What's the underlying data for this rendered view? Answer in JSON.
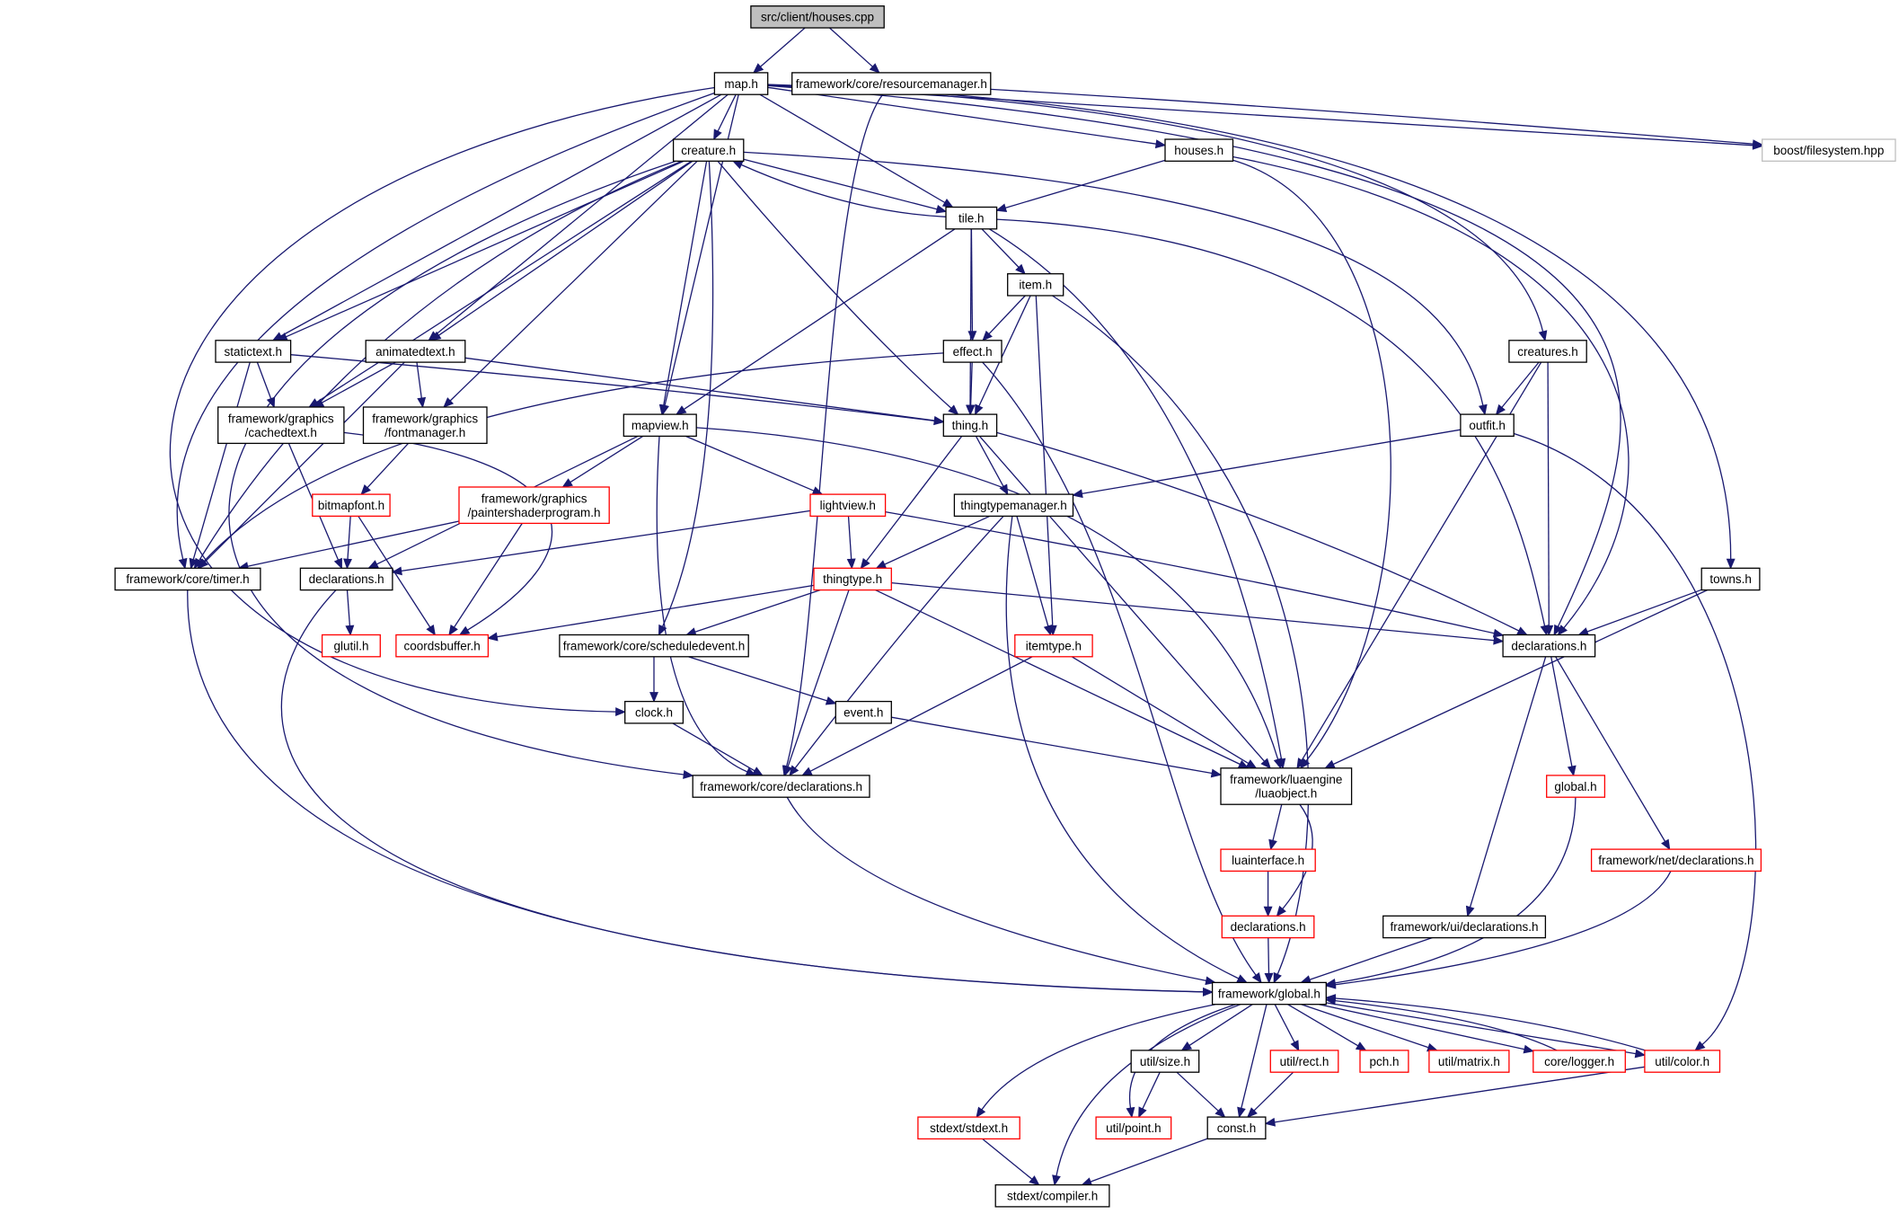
{
  "colors": {
    "edge": "#191970",
    "border_default": "#000000",
    "border_red": "#ff0000",
    "border_gray": "#bfbfbf",
    "root_fill": "#bfbfbf",
    "fill": "#ffffff",
    "text": "#000000"
  },
  "nodes": [
    {
      "id": "houses_cpp",
      "lines": [
        "src/client/houses.cpp"
      ],
      "style": "root"
    },
    {
      "id": "map_h",
      "lines": [
        "map.h"
      ],
      "style": "black"
    },
    {
      "id": "resourcemanager_h",
      "lines": [
        "framework/core/resourcemanager.h"
      ],
      "style": "black"
    },
    {
      "id": "boost_fs",
      "lines": [
        "boost/filesystem.hpp"
      ],
      "style": "gray"
    },
    {
      "id": "creature_h",
      "lines": [
        "creature.h"
      ],
      "style": "black"
    },
    {
      "id": "houses_h",
      "lines": [
        "houses.h"
      ],
      "style": "black"
    },
    {
      "id": "tile_h",
      "lines": [
        "tile.h"
      ],
      "style": "black"
    },
    {
      "id": "item_h",
      "lines": [
        "item.h"
      ],
      "style": "black"
    },
    {
      "id": "statictext_h",
      "lines": [
        "statictext.h"
      ],
      "style": "black"
    },
    {
      "id": "animatedtext_h",
      "lines": [
        "animatedtext.h"
      ],
      "style": "black"
    },
    {
      "id": "effect_h",
      "lines": [
        "effect.h"
      ],
      "style": "black"
    },
    {
      "id": "creatures_h",
      "lines": [
        "creatures.h"
      ],
      "style": "black"
    },
    {
      "id": "cachedtext_h",
      "lines": [
        "framework/graphics",
        "/cachedtext.h"
      ],
      "style": "black"
    },
    {
      "id": "fontmanager_h",
      "lines": [
        "framework/graphics",
        "/fontmanager.h"
      ],
      "style": "black"
    },
    {
      "id": "thing_h",
      "lines": [
        "thing.h"
      ],
      "style": "black"
    },
    {
      "id": "mapview_h",
      "lines": [
        "mapview.h"
      ],
      "style": "black"
    },
    {
      "id": "outfit_h",
      "lines": [
        "outfit.h"
      ],
      "style": "black"
    },
    {
      "id": "bitmapfont_h",
      "lines": [
        "bitmapfont.h"
      ],
      "style": "red"
    },
    {
      "id": "paintershader_h",
      "lines": [
        "framework/graphics",
        "/paintershaderprogram.h"
      ],
      "style": "red"
    },
    {
      "id": "lightview_h",
      "lines": [
        "lightview.h"
      ],
      "style": "red"
    },
    {
      "id": "thingtypemanager_h",
      "lines": [
        "thingtypemanager.h"
      ],
      "style": "black"
    },
    {
      "id": "timer_h",
      "lines": [
        "framework/core/timer.h"
      ],
      "style": "black"
    },
    {
      "id": "declarations_a",
      "lines": [
        "declarations.h"
      ],
      "style": "black"
    },
    {
      "id": "thingtype_h",
      "lines": [
        "thingtype.h"
      ],
      "style": "red"
    },
    {
      "id": "towns_h",
      "lines": [
        "towns.h"
      ],
      "style": "black"
    },
    {
      "id": "glutil_h",
      "lines": [
        "glutil.h"
      ],
      "style": "red"
    },
    {
      "id": "coordsbuffer_h",
      "lines": [
        "coordsbuffer.h"
      ],
      "style": "red"
    },
    {
      "id": "scheduledevent_h",
      "lines": [
        "framework/core/scheduledevent.h"
      ],
      "style": "black"
    },
    {
      "id": "itemtype_h",
      "lines": [
        "itemtype.h"
      ],
      "style": "red"
    },
    {
      "id": "declarations_b",
      "lines": [
        "declarations.h"
      ],
      "style": "black"
    },
    {
      "id": "clock_h",
      "lines": [
        "clock.h"
      ],
      "style": "black"
    },
    {
      "id": "event_h",
      "lines": [
        "event.h"
      ],
      "style": "black"
    },
    {
      "id": "core_declarations_h",
      "lines": [
        "framework/core/declarations.h"
      ],
      "style": "black"
    },
    {
      "id": "luaobject_h",
      "lines": [
        "framework/luaengine",
        "/luaobject.h"
      ],
      "style": "black"
    },
    {
      "id": "global_h",
      "lines": [
        "global.h"
      ],
      "style": "red"
    },
    {
      "id": "luainterface_h",
      "lines": [
        "luainterface.h"
      ],
      "style": "red"
    },
    {
      "id": "net_declarations_h",
      "lines": [
        "framework/net/declarations.h"
      ],
      "style": "red"
    },
    {
      "id": "declarations_c",
      "lines": [
        "declarations.h"
      ],
      "style": "red"
    },
    {
      "id": "ui_declarations_h",
      "lines": [
        "framework/ui/declarations.h"
      ],
      "style": "black"
    },
    {
      "id": "fw_global_h",
      "lines": [
        "framework/global.h"
      ],
      "style": "black"
    },
    {
      "id": "size_h",
      "lines": [
        "util/size.h"
      ],
      "style": "black"
    },
    {
      "id": "rect_h",
      "lines": [
        "util/rect.h"
      ],
      "style": "red"
    },
    {
      "id": "pch_h",
      "lines": [
        "pch.h"
      ],
      "style": "red"
    },
    {
      "id": "matrix_h",
      "lines": [
        "util/matrix.h"
      ],
      "style": "red"
    },
    {
      "id": "logger_h",
      "lines": [
        "core/logger.h"
      ],
      "style": "red"
    },
    {
      "id": "color_h",
      "lines": [
        "util/color.h"
      ],
      "style": "red"
    },
    {
      "id": "stdext_h",
      "lines": [
        "stdext/stdext.h"
      ],
      "style": "red"
    },
    {
      "id": "point_h",
      "lines": [
        "util/point.h"
      ],
      "style": "red"
    },
    {
      "id": "const_h",
      "lines": [
        "const.h"
      ],
      "style": "black"
    },
    {
      "id": "compiler_h",
      "lines": [
        "stdext/compiler.h"
      ],
      "style": "black"
    }
  ]
}
